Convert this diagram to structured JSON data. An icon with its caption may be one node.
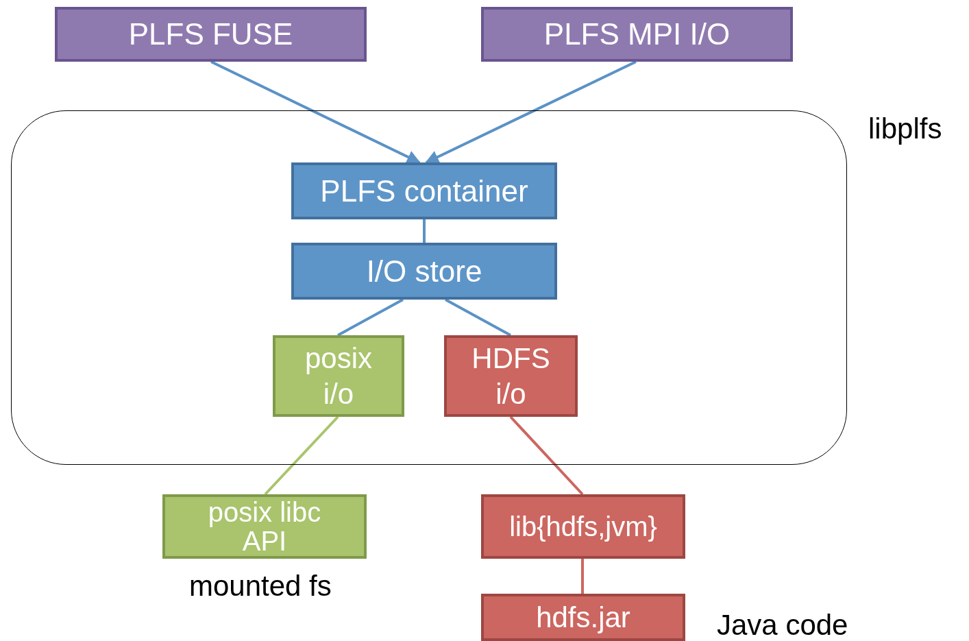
{
  "diagram": {
    "nodes": [
      {
        "text": [
          "PLFS FUSE"
        ]
      },
      {
        "text": [
          "PLFS MPI I/O"
        ]
      },
      {
        "text": [
          "libplfs"
        ]
      },
      {
        "text": [
          "PLFS container"
        ],
        "in": 2
      },
      {
        "text": [
          "I/O store"
        ],
        "in": 2
      },
      {
        "text": [
          "posix i/o"
        ],
        "in": 2
      },
      {
        "text": [
          "HDFS i/o"
        ],
        "in": 2
      },
      {
        "text": [
          "posix libc API"
        ],
        "beside": [
          "mounted fs"
        ]
      },
      {
        "text": [
          "lib{hdfs,jvm}"
        ]
      },
      {
        "text": [
          "hdfs.jar"
        ],
        "beside": [
          "Java code"
        ]
      }
    ],
    "edges": [
      {
        "from": 0,
        "to": 3,
        "arrow": "to"
      },
      {
        "from": 1,
        "to": 3,
        "arrow": "to"
      },
      {
        "from": 3,
        "to": 4,
        "arrow": "none"
      },
      {
        "from": 4,
        "to": 5,
        "arrow": "none"
      },
      {
        "from": 4,
        "to": 6,
        "arrow": "none"
      },
      {
        "from": 5,
        "to": 7,
        "arrow": "none",
        "color": "#a9c46c"
      },
      {
        "from": 6,
        "to": 8,
        "arrow": "none",
        "color": "#cc6660"
      },
      {
        "from": 8,
        "to": 9,
        "arrow": "none",
        "color": "#cc6660"
      }
    ]
  }
}
